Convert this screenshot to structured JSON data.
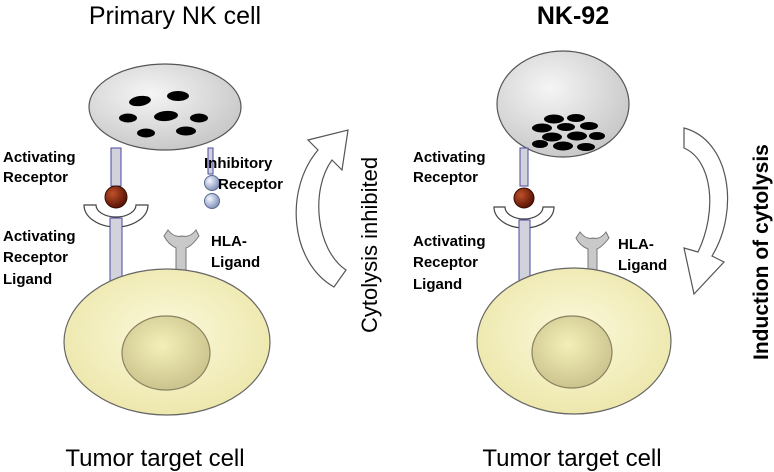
{
  "left": {
    "title": "Primary NK cell",
    "activating_receptor": [
      "Activating",
      "Receptor"
    ],
    "inhibitory_receptor": [
      "Inhibitory",
      "Receptor"
    ],
    "activating_receptor_ligand": [
      "Activating",
      "Receptor",
      "Ligand"
    ],
    "hla_ligand": [
      "HLA-",
      "Ligand"
    ],
    "side_label": "Cytolysis inhibited",
    "footer": "Tumor target cell"
  },
  "right": {
    "title": "NK-92",
    "activating_receptor": [
      "Activating",
      "Receptor"
    ],
    "activating_receptor_ligand": [
      "Activating",
      "Receptor",
      "Ligand"
    ],
    "hla_ligand": [
      "HLA-",
      "Ligand"
    ],
    "side_label": "Induction of cytolysis",
    "footer": "Tumor target cell"
  },
  "colors": {
    "nk_cell": "#dcdcdc",
    "tumor_cell": "#f3f0c5",
    "tumor_nucleus": "#e8e0a0",
    "activating_receptor_ball": "#8b2a0e",
    "inhibitory_receptor_ball": "#aab8d6",
    "stalk": "#c8c8d4",
    "stalk_edge": "#4a4aa0"
  }
}
